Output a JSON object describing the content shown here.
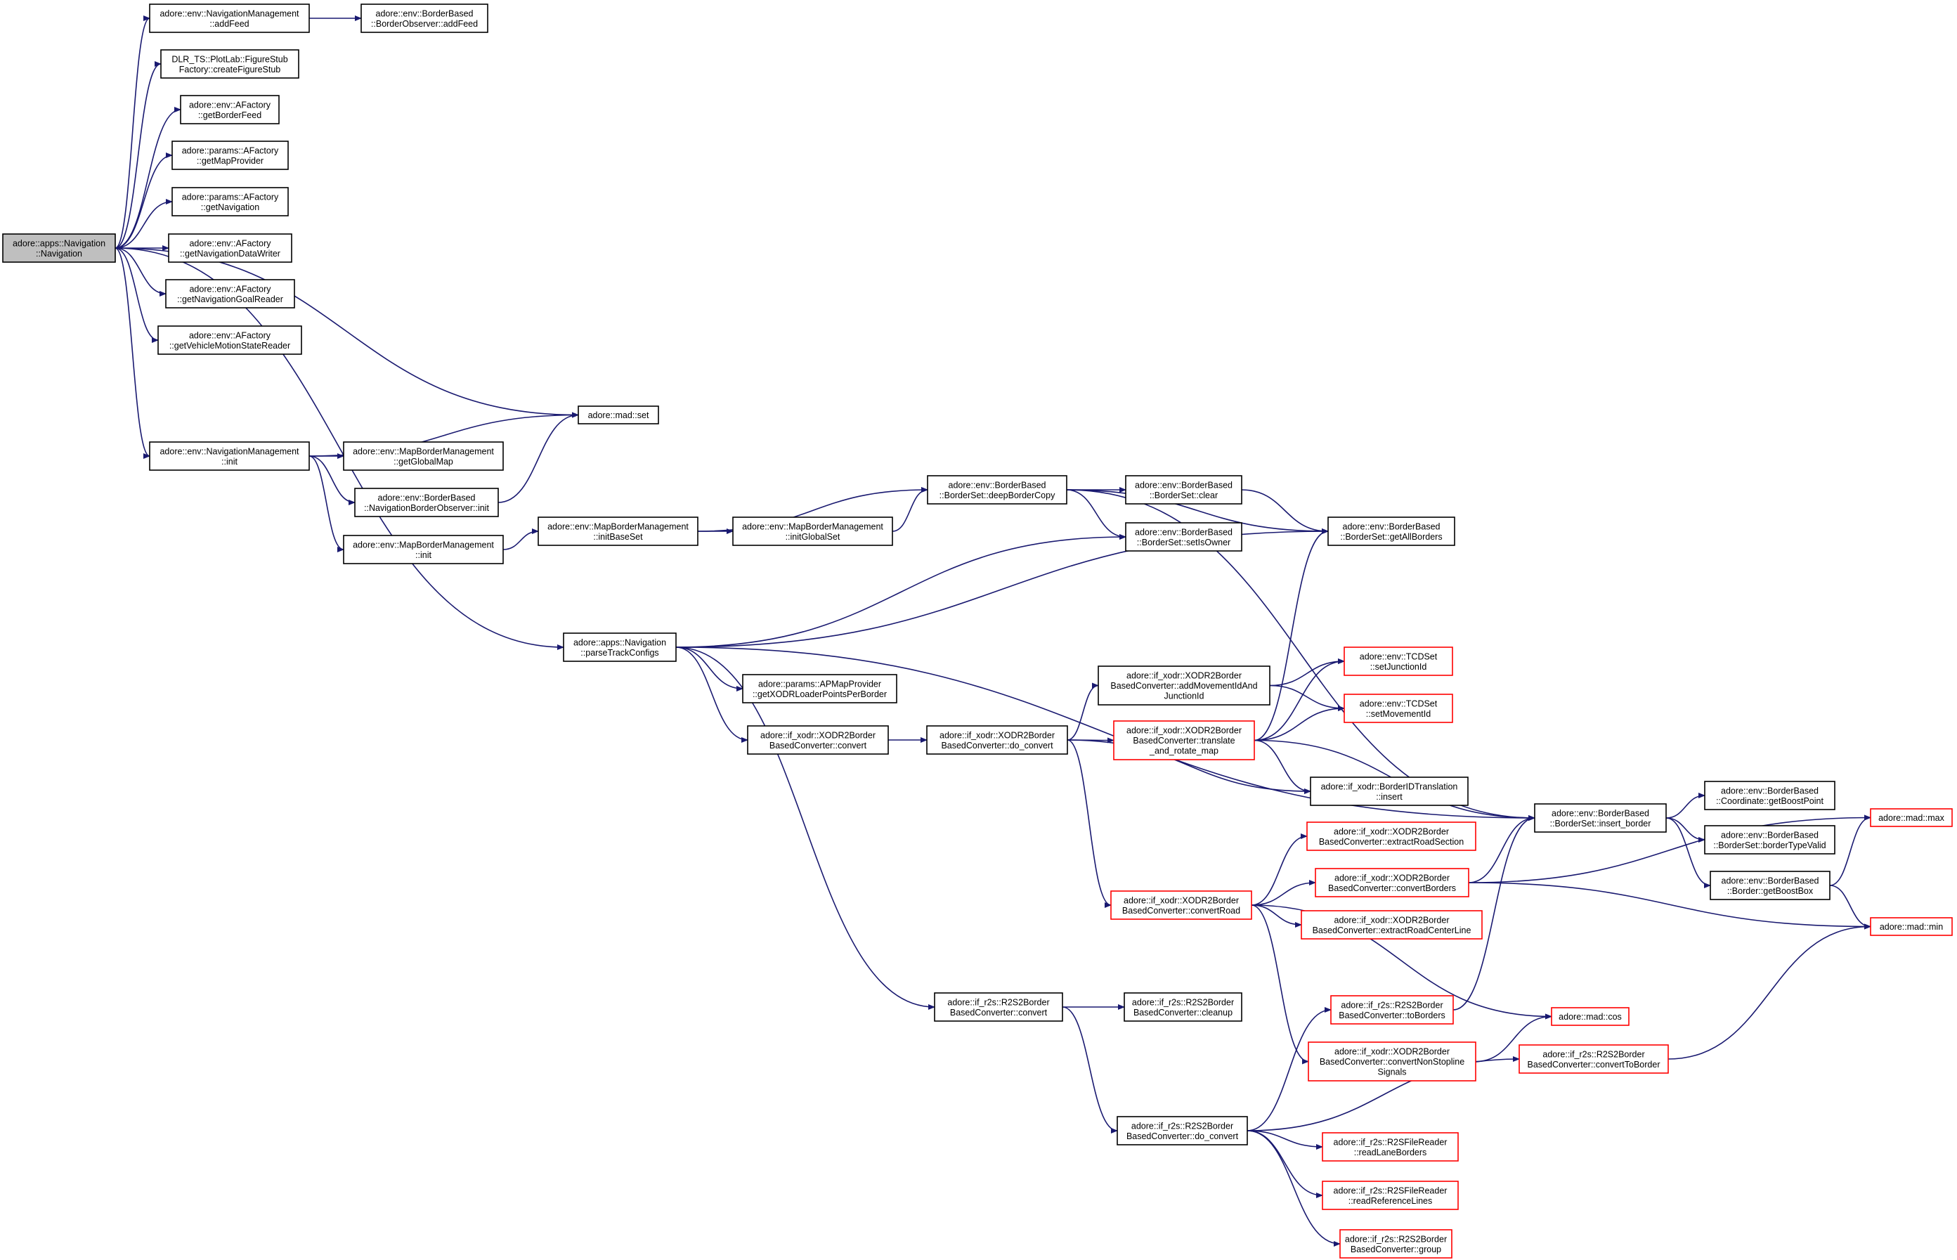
{
  "diagram": {
    "type": "call-graph",
    "edge_color": "#191970",
    "node_border_color": "#000000",
    "truncated_node_border_color": "#ff0000",
    "root_fill_color": "#bfbfbf",
    "nodes": [
      {
        "id": "n0",
        "lines": [
          "adore::apps::Navigation",
          "::Navigation"
        ],
        "style": "root"
      },
      {
        "id": "n1",
        "lines": [
          "adore::env::NavigationManagement",
          "::addFeed"
        ]
      },
      {
        "id": "n2",
        "lines": [
          "adore::env::BorderBased",
          "::BorderObserver::addFeed"
        ]
      },
      {
        "id": "n3",
        "lines": [
          "DLR_TS::PlotLab::FigureStub",
          "Factory::createFigureStub"
        ]
      },
      {
        "id": "n4",
        "lines": [
          "adore::env::AFactory",
          "::getBorderFeed"
        ]
      },
      {
        "id": "n5",
        "lines": [
          "adore::params::AFactory",
          "::getMapProvider"
        ]
      },
      {
        "id": "n6",
        "lines": [
          "adore::params::AFactory",
          "::getNavigation"
        ]
      },
      {
        "id": "n7",
        "lines": [
          "adore::env::AFactory",
          "::getNavigationDataWriter"
        ]
      },
      {
        "id": "n8",
        "lines": [
          "adore::env::AFactory",
          "::getNavigationGoalReader"
        ]
      },
      {
        "id": "n9",
        "lines": [
          "adore::env::AFactory",
          "::getVehicleMotionStateReader"
        ]
      },
      {
        "id": "n10",
        "lines": [
          "adore::mad::set"
        ]
      },
      {
        "id": "n11",
        "lines": [
          "adore::env::NavigationManagement",
          "::init"
        ]
      },
      {
        "id": "n12",
        "lines": [
          "adore::env::MapBorderManagement",
          "::getGlobalMap"
        ]
      },
      {
        "id": "n13",
        "lines": [
          "adore::env::BorderBased",
          "::NavigationBorderObserver::init"
        ]
      },
      {
        "id": "n14",
        "lines": [
          "adore::env::MapBorderManagement",
          "::init"
        ]
      },
      {
        "id": "n15",
        "lines": [
          "adore::env::MapBorderManagement",
          "::initBaseSet"
        ]
      },
      {
        "id": "n16",
        "lines": [
          "adore::env::MapBorderManagement",
          "::initGlobalSet"
        ]
      },
      {
        "id": "n17",
        "lines": [
          "adore::env::BorderBased",
          "::BorderSet::deepBorderCopy"
        ]
      },
      {
        "id": "n18",
        "lines": [
          "adore::env::BorderBased",
          "::BorderSet::clear"
        ]
      },
      {
        "id": "n19",
        "lines": [
          "adore::env::BorderBased",
          "::BorderSet::setIsOwner"
        ]
      },
      {
        "id": "n20",
        "lines": [
          "adore::env::BorderBased",
          "::BorderSet::getAllBorders"
        ]
      },
      {
        "id": "n21",
        "lines": [
          "adore::apps::Navigation",
          "::parseTrackConfigs"
        ]
      },
      {
        "id": "n22",
        "lines": [
          "adore::params::APMapProvider",
          "::getXODRLoaderPointsPerBorder"
        ]
      },
      {
        "id": "n23",
        "lines": [
          "adore::if_xodr::XODR2Border",
          "BasedConverter::convert"
        ]
      },
      {
        "id": "n24",
        "lines": [
          "adore::if_xodr::XODR2Border",
          "BasedConverter::do_convert"
        ]
      },
      {
        "id": "n25",
        "lines": [
          "adore::if_xodr::XODR2Border",
          "BasedConverter::addMovementIdAnd",
          "JunctionId"
        ]
      },
      {
        "id": "n26",
        "lines": [
          "adore::env::TCDSet",
          "::setJunctionId"
        ],
        "style": "truncated"
      },
      {
        "id": "n27",
        "lines": [
          "adore::env::TCDSet",
          "::setMovementId"
        ],
        "style": "truncated"
      },
      {
        "id": "n28",
        "lines": [
          "adore::if_xodr::XODR2Border",
          "BasedConverter::translate",
          "_and_rotate_map"
        ],
        "style": "truncated"
      },
      {
        "id": "n29",
        "lines": [
          "adore::if_xodr::BorderIDTranslation",
          "::insert"
        ]
      },
      {
        "id": "n30",
        "lines": [
          "adore::env::BorderBased",
          "::BorderSet::insert_border"
        ]
      },
      {
        "id": "n31",
        "lines": [
          "adore::env::BorderBased",
          "::Coordinate::getBoostPoint"
        ]
      },
      {
        "id": "n32",
        "lines": [
          "adore::env::BorderBased",
          "::BorderSet::borderTypeValid"
        ]
      },
      {
        "id": "n33",
        "lines": [
          "adore::env::BorderBased",
          "::Border::getBoostBox"
        ]
      },
      {
        "id": "n34",
        "lines": [
          "adore::mad::max"
        ],
        "style": "truncated"
      },
      {
        "id": "n35",
        "lines": [
          "adore::mad::min"
        ],
        "style": "truncated"
      },
      {
        "id": "n36",
        "lines": [
          "adore::if_xodr::XODR2Border",
          "BasedConverter::extractRoadSection"
        ],
        "style": "truncated"
      },
      {
        "id": "n37",
        "lines": [
          "adore::if_xodr::XODR2Border",
          "BasedConverter::convertRoad"
        ],
        "style": "truncated"
      },
      {
        "id": "n38",
        "lines": [
          "adore::if_xodr::XODR2Border",
          "BasedConverter::convertBorders"
        ],
        "style": "truncated"
      },
      {
        "id": "n39",
        "lines": [
          "adore::if_xodr::XODR2Border",
          "BasedConverter::extractRoadCenterLine"
        ],
        "style": "truncated"
      },
      {
        "id": "n40",
        "lines": [
          "adore::if_r2s::R2S2Border",
          "BasedConverter::convert"
        ]
      },
      {
        "id": "n41",
        "lines": [
          "adore::if_r2s::R2S2Border",
          "BasedConverter::cleanup"
        ]
      },
      {
        "id": "n42",
        "lines": [
          "adore::if_r2s::R2S2Border",
          "BasedConverter::toBorders"
        ],
        "style": "truncated"
      },
      {
        "id": "n43",
        "lines": [
          "adore::mad::cos"
        ],
        "style": "truncated"
      },
      {
        "id": "n44",
        "lines": [
          "adore::if_xodr::XODR2Border",
          "BasedConverter::convertNonStopline",
          "Signals"
        ],
        "style": "truncated"
      },
      {
        "id": "n45",
        "lines": [
          "adore::if_r2s::R2S2Border",
          "BasedConverter::convertToBorder"
        ],
        "style": "truncated"
      },
      {
        "id": "n46",
        "lines": [
          "adore::if_r2s::R2S2Border",
          "BasedConverter::do_convert"
        ]
      },
      {
        "id": "n47",
        "lines": [
          "adore::if_r2s::R2SFileReader",
          "::readLaneBorders"
        ],
        "style": "truncated"
      },
      {
        "id": "n48",
        "lines": [
          "adore::if_r2s::R2SFileReader",
          "::readReferenceLines"
        ],
        "style": "truncated"
      },
      {
        "id": "n49",
        "lines": [
          "adore::if_r2s::R2S2Border",
          "BasedConverter::group"
        ],
        "style": "truncated"
      }
    ],
    "edges": [
      [
        "n0",
        "n1"
      ],
      [
        "n0",
        "n3"
      ],
      [
        "n0",
        "n4"
      ],
      [
        "n0",
        "n5"
      ],
      [
        "n0",
        "n6"
      ],
      [
        "n0",
        "n7"
      ],
      [
        "n0",
        "n8"
      ],
      [
        "n0",
        "n9"
      ],
      [
        "n0",
        "n10"
      ],
      [
        "n0",
        "n11"
      ],
      [
        "n0",
        "n21"
      ],
      [
        "n1",
        "n2"
      ],
      [
        "n11",
        "n10"
      ],
      [
        "n11",
        "n12"
      ],
      [
        "n11",
        "n13"
      ],
      [
        "n11",
        "n14"
      ],
      [
        "n13",
        "n10"
      ],
      [
        "n14",
        "n15"
      ],
      [
        "n15",
        "n16"
      ],
      [
        "n15",
        "n17"
      ],
      [
        "n16",
        "n17"
      ],
      [
        "n17",
        "n18"
      ],
      [
        "n17",
        "n19"
      ],
      [
        "n17",
        "n20"
      ],
      [
        "n17",
        "n30"
      ],
      [
        "n18",
        "n20"
      ],
      [
        "n21",
        "n19"
      ],
      [
        "n21",
        "n20"
      ],
      [
        "n21",
        "n30"
      ],
      [
        "n21",
        "n22"
      ],
      [
        "n21",
        "n23"
      ],
      [
        "n21",
        "n40"
      ],
      [
        "n23",
        "n24"
      ],
      [
        "n24",
        "n25"
      ],
      [
        "n24",
        "n28"
      ],
      [
        "n24",
        "n29"
      ],
      [
        "n24",
        "n37"
      ],
      [
        "n25",
        "n26"
      ],
      [
        "n25",
        "n27"
      ],
      [
        "n28",
        "n26"
      ],
      [
        "n28",
        "n27"
      ],
      [
        "n28",
        "n20"
      ],
      [
        "n28",
        "n29"
      ],
      [
        "n28",
        "n30"
      ],
      [
        "n30",
        "n31"
      ],
      [
        "n30",
        "n32"
      ],
      [
        "n30",
        "n33"
      ],
      [
        "n33",
        "n34"
      ],
      [
        "n33",
        "n35"
      ],
      [
        "n37",
        "n36"
      ],
      [
        "n37",
        "n38"
      ],
      [
        "n37",
        "n39"
      ],
      [
        "n37",
        "n43"
      ],
      [
        "n37",
        "n44"
      ],
      [
        "n38",
        "n30"
      ],
      [
        "n38",
        "n34"
      ],
      [
        "n38",
        "n35"
      ],
      [
        "n40",
        "n41"
      ],
      [
        "n40",
        "n46"
      ],
      [
        "n46",
        "n42"
      ],
      [
        "n46",
        "n45"
      ],
      [
        "n46",
        "n47"
      ],
      [
        "n46",
        "n48"
      ],
      [
        "n46",
        "n49"
      ],
      [
        "n42",
        "n30"
      ],
      [
        "n44",
        "n43"
      ],
      [
        "n45",
        "n35"
      ]
    ]
  }
}
